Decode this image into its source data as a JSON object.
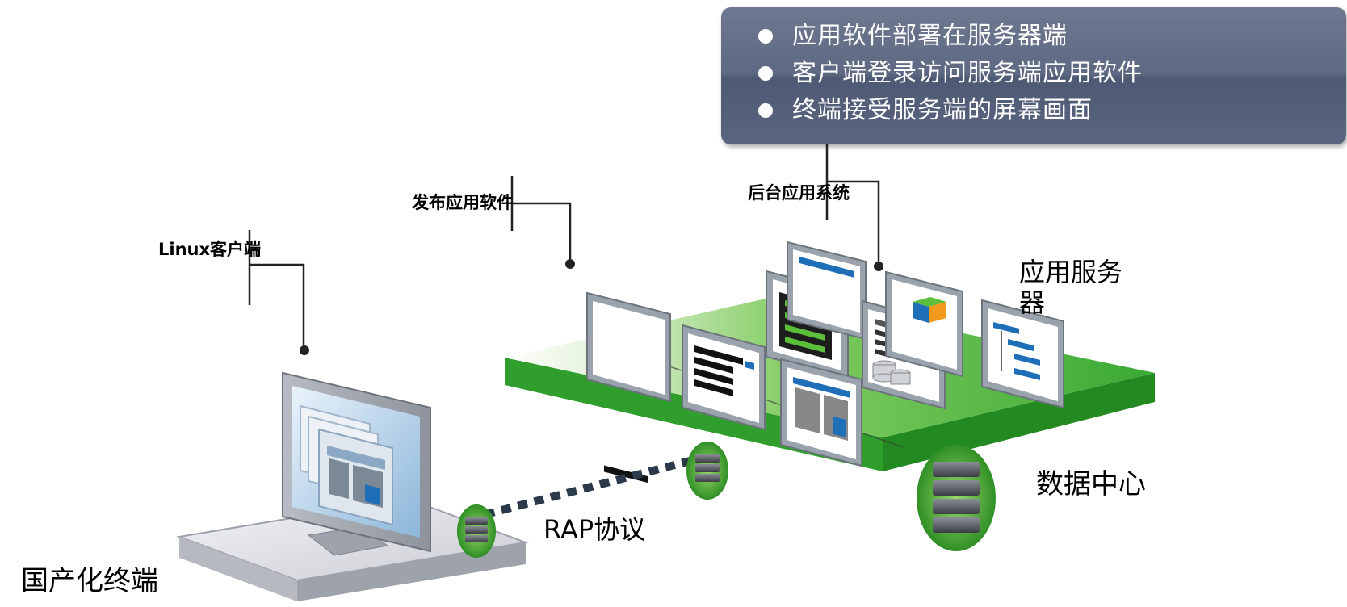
{
  "info_box": {
    "items": [
      "应用软件部署在服务器端",
      "客户端登录访问服务端应用软件",
      "终端接受服务端的屏幕画面"
    ]
  },
  "labels": {
    "linux_client": "Linux客户端",
    "publish_app": "发布应用软件",
    "backend_system": "后台应用系统",
    "app_server": "应用服务器",
    "data_center": "数据中心",
    "rap_protocol": "RAP协议",
    "domestic_terminal": "国产化终端"
  },
  "colors": {
    "info_box_bg": "#5e6983",
    "platform_green": "#3aa935",
    "accent_blue": "#1f6fb8",
    "accent_orange": "#f39a1e"
  }
}
